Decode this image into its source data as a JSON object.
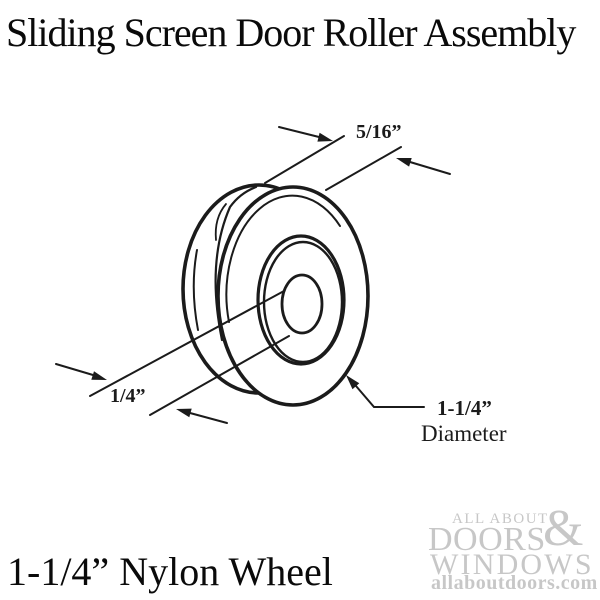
{
  "title": "Sliding Screen Door Roller Assembly",
  "caption": "1-1/4” Nylon Wheel",
  "dimensions": {
    "width": "5/16”",
    "bore": "1/4”",
    "diameter": "1-1/4”",
    "diameter_label": "Diameter"
  },
  "logo": {
    "top": "ALL ABOUT",
    "ampersand": "&",
    "middle": "DOORS",
    "bottom": "WINDOWS",
    "website": "allaboutdoors.com"
  },
  "colors": {
    "ink": "#1b1b1b",
    "logo": "#c7c7c7",
    "background": "#ffffff"
  }
}
